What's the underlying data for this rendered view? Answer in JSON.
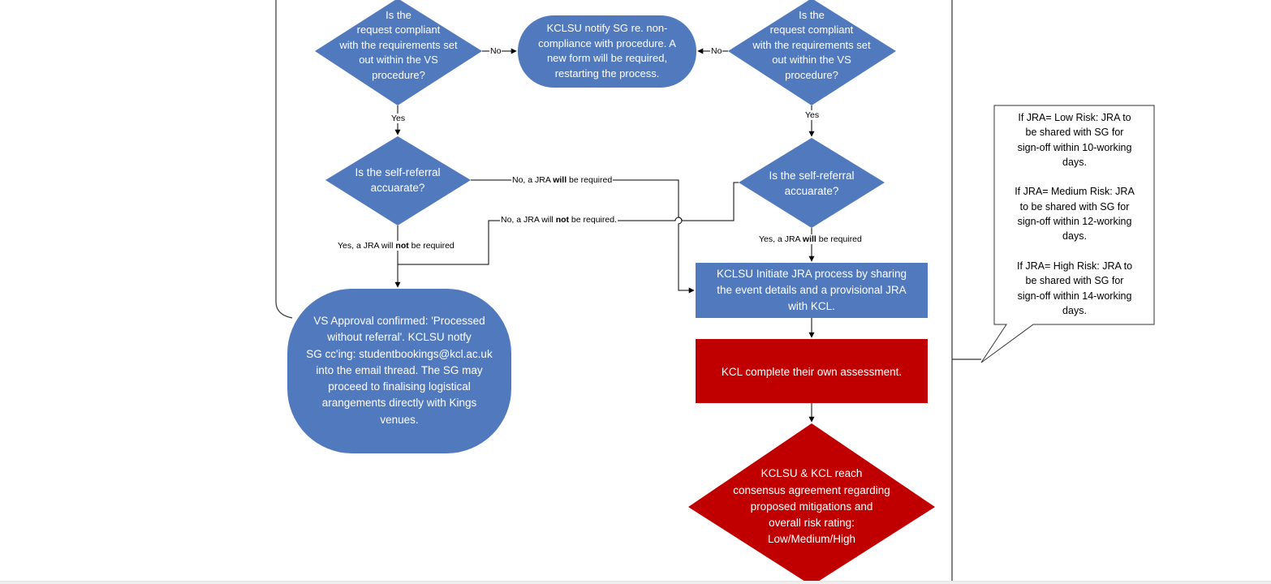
{
  "colors": {
    "process_blue": "#5079BE",
    "decision_red": "#C00000",
    "line": "#000000",
    "background": "#FFFFFF"
  },
  "nodes": {
    "decision_compliant_left": "Is the\nrequest compliant\nwith the requirements set\nout within the VS\nprocedure?",
    "decision_compliant_right": "Is the\nrequest compliant\nwith the requirements set\nout within the VS\nprocedure?",
    "notify_noncompliance": "KCLSU notify SG re. non-\ncompliance with procedure. A\nnew form will be required,\nrestarting the process.",
    "decision_selfreferral_left": "Is the self-referral\naccuarate?",
    "decision_selfreferral_right": "Is the self-referral\naccuarate?",
    "vs_approval": "VS Approval confirmed: 'Processed\nwithout referral'. KCLSU notfy\nSG  cc'ing: studentbookings@kcl.ac.uk\ninto the email thread. The SG may\nproceed to finalising logistical\narangements directly with Kings\nvenues.",
    "initiate_jra": "KCLSU Initiate JRA process by sharing\nthe event details and a provisional JRA\nwith KCL.",
    "kcl_assessment": "KCL complete their own assessment.",
    "consensus": "KCLSU & KCL reach\nconsensus agreement regarding\nproposed mitigations and\noverall risk rating:\nLow/Medium/High"
  },
  "edge_labels": {
    "no_left": "No",
    "no_right": "No",
    "yes_left": "Yes",
    "yes_right": "Yes",
    "jra_will_required": {
      "pre": "No, a JRA ",
      "bold": "will",
      "post": " be required"
    },
    "jra_not_required_no": {
      "pre": "No, a JRA will ",
      "bold": "not",
      "post": " be required."
    },
    "jra_not_required_yes": {
      "pre": "Yes, a JRA will ",
      "bold": "not",
      "post": " be required"
    },
    "jra_will_required_yes": {
      "pre": "Yes, a JRA ",
      "bold": "will",
      "post": " be required"
    }
  },
  "callout": {
    "text": "If JRA= Low Risk:  JRA to\nbe shared with SG for\nsign-off within 10-working\ndays.\n\nIf JRA= Medium Risk: JRA\nto be shared with SG for\nsign-off within 12-working\ndays.\n\nIf JRA= High Risk: JRA to\nbe shared with SG for\nsign-off within 14-working\ndays."
  }
}
